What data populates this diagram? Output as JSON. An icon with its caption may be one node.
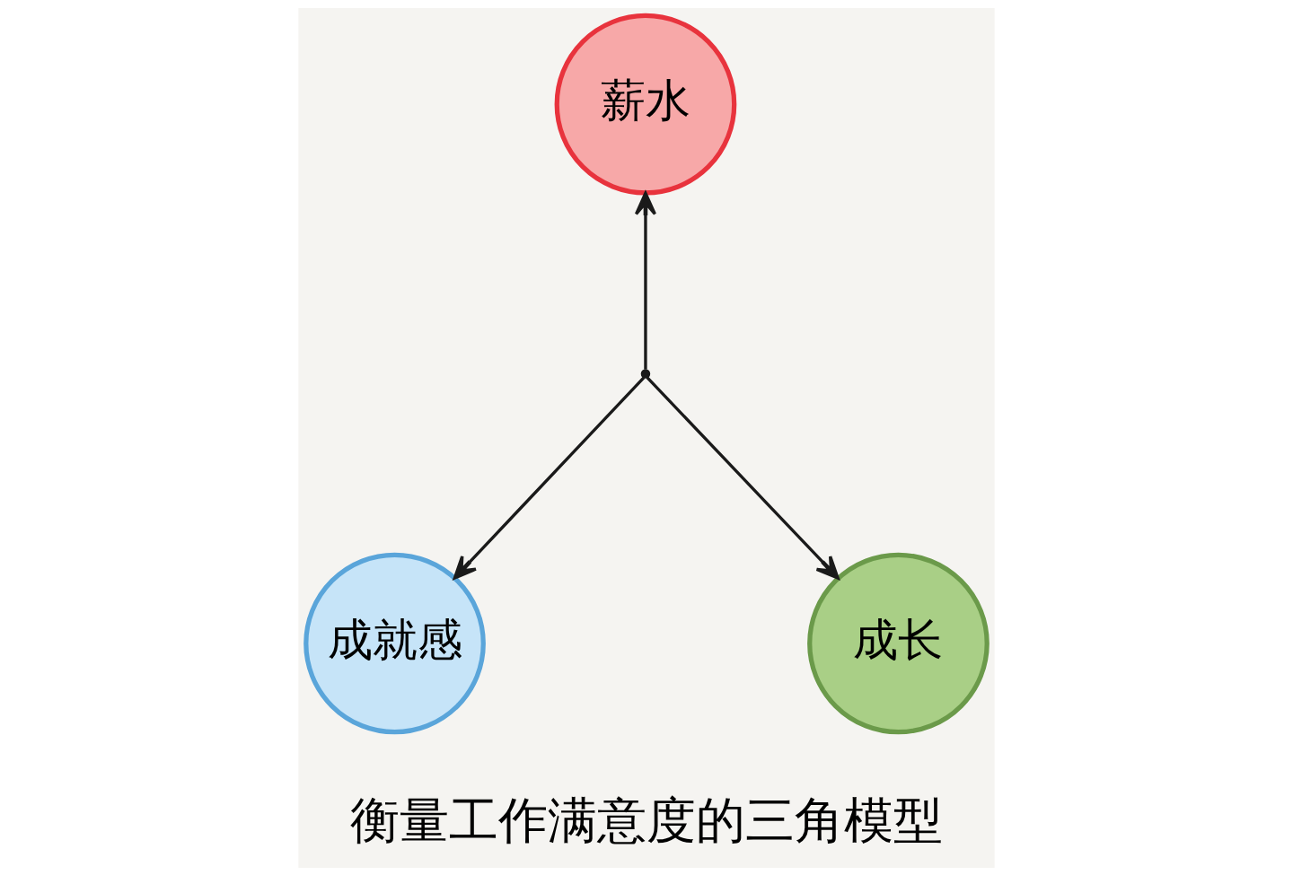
{
  "diagram": {
    "caption": "衡量工作满意度的三角模型",
    "nodes": [
      {
        "text": [
          "薪水"
        ]
      },
      {
        "text": [],
        "shape": "circle"
      },
      {
        "text": [
          "成就感"
        ]
      },
      {
        "text": [
          "成长"
        ]
      }
    ],
    "edges": [
      {
        "from": 1,
        "to": 0,
        "arrow": "to"
      },
      {
        "from": 1,
        "to": 2,
        "arrow": "to"
      },
      {
        "from": 1,
        "to": 3,
        "arrow": "to"
      }
    ]
  }
}
